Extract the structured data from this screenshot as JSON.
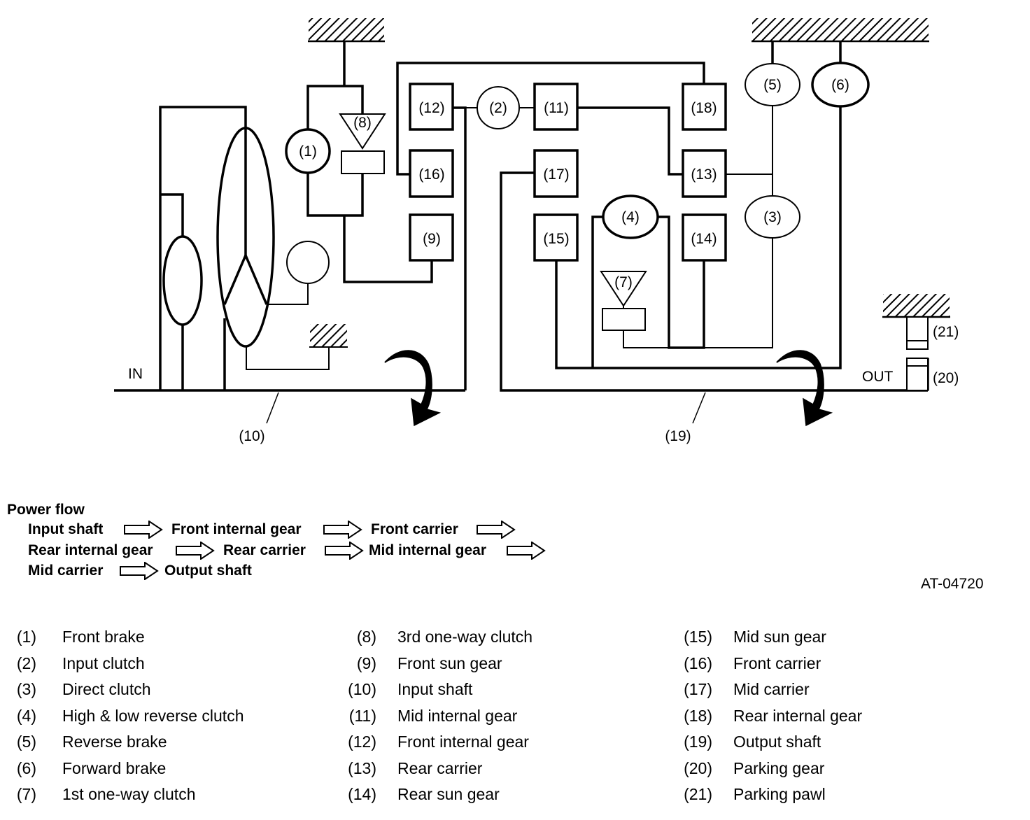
{
  "diagram": {
    "in_label": "IN",
    "out_label": "OUT",
    "components": {
      "c1": "(1)",
      "c2": "(2)",
      "c3": "(3)",
      "c4": "(4)",
      "c5": "(5)",
      "c6": "(6)",
      "c7": "(7)",
      "c8": "(8)",
      "c9": "(9)",
      "c10": "(10)",
      "c11": "(11)",
      "c12": "(12)",
      "c13": "(13)",
      "c14": "(14)",
      "c15": "(15)",
      "c16": "(16)",
      "c17": "(17)",
      "c18": "(18)",
      "c19": "(19)",
      "c20": "(20)",
      "c21": "(21)"
    }
  },
  "power_flow": {
    "title": "Power flow",
    "steps": [
      "Input shaft",
      "Front internal gear",
      "Front carrier",
      "Rear internal gear",
      "Rear carrier",
      "Mid internal gear",
      "Mid carrier",
      "Output shaft"
    ]
  },
  "figure_code": "AT-04720",
  "legend": [
    {
      "num": "(1)",
      "label": "Front brake"
    },
    {
      "num": "(2)",
      "label": "Input clutch"
    },
    {
      "num": "(3)",
      "label": "Direct clutch"
    },
    {
      "num": "(4)",
      "label": "High & low reverse clutch"
    },
    {
      "num": "(5)",
      "label": "Reverse brake"
    },
    {
      "num": "(6)",
      "label": "Forward brake"
    },
    {
      "num": "(7)",
      "label": "1st one-way clutch"
    },
    {
      "num": "(8)",
      "label": "3rd one-way clutch"
    },
    {
      "num": "(9)",
      "label": "Front sun gear"
    },
    {
      "num": "(10)",
      "label": "Input shaft"
    },
    {
      "num": "(11)",
      "label": "Mid internal gear"
    },
    {
      "num": "(12)",
      "label": "Front internal gear"
    },
    {
      "num": "(13)",
      "label": "Rear carrier"
    },
    {
      "num": "(14)",
      "label": "Rear sun gear"
    },
    {
      "num": "(15)",
      "label": "Mid sun gear"
    },
    {
      "num": "(16)",
      "label": "Front carrier"
    },
    {
      "num": "(17)",
      "label": "Mid carrier"
    },
    {
      "num": "(18)",
      "label": "Rear internal gear"
    },
    {
      "num": "(19)",
      "label": "Output shaft"
    },
    {
      "num": "(20)",
      "label": "Parking gear"
    },
    {
      "num": "(21)",
      "label": "Parking pawl"
    }
  ]
}
